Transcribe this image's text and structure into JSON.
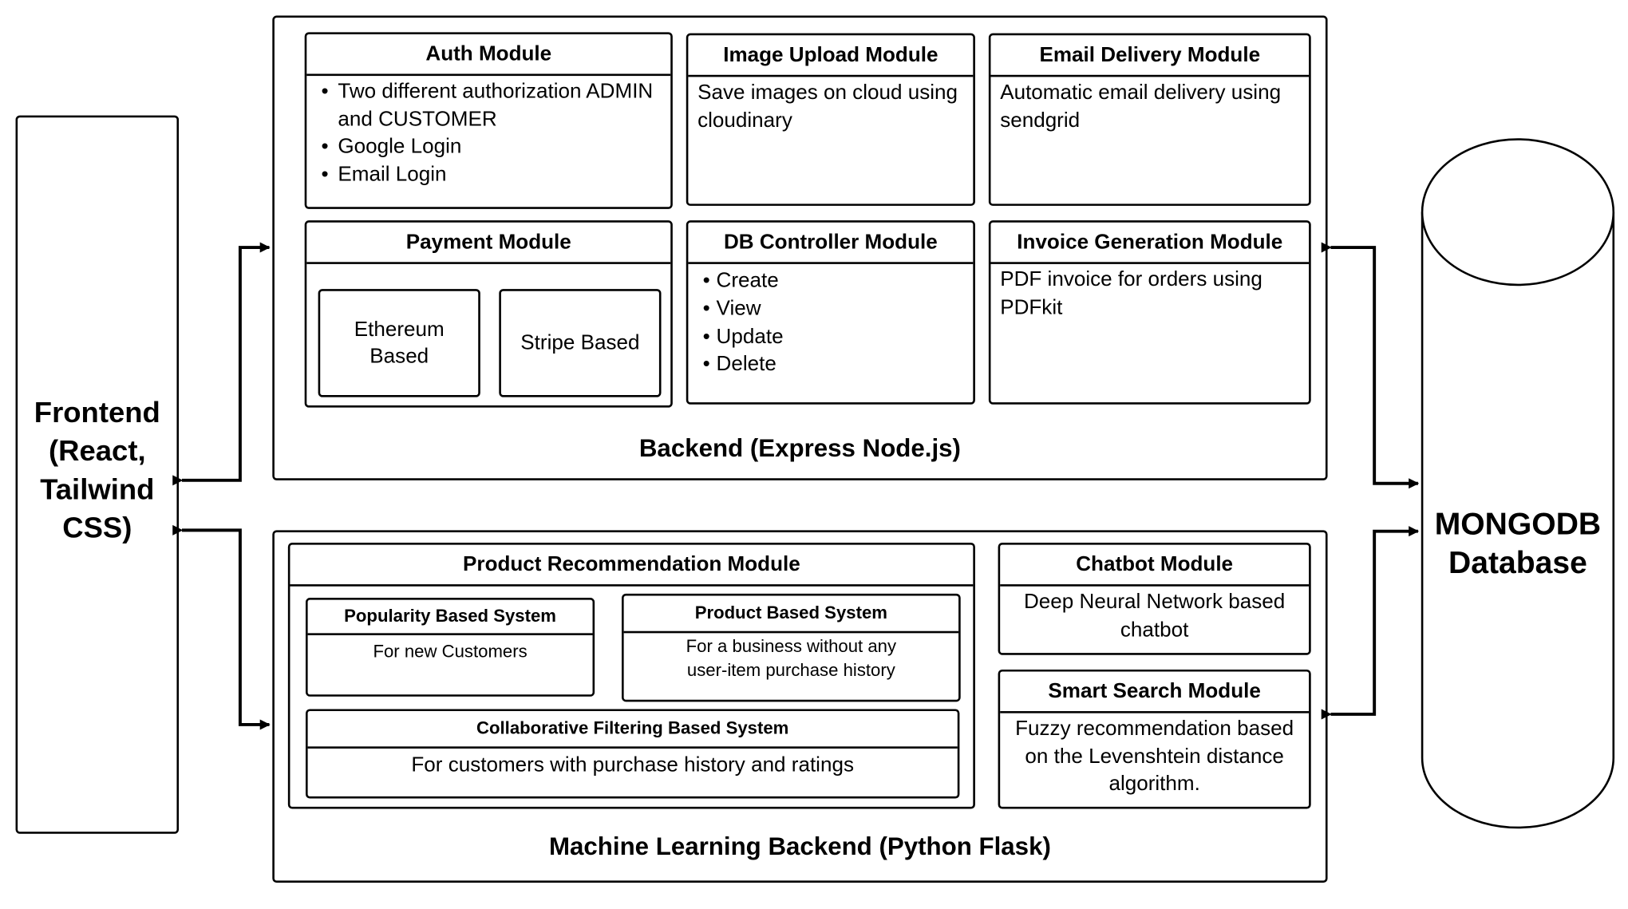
{
  "frontend": {
    "label": "Frontend (React, Tailwind CSS)"
  },
  "database": {
    "label": "MONGODB Database"
  },
  "backend": {
    "label": "Backend (Express Node.js)",
    "auth": {
      "title": "Auth Module",
      "items": [
        "Two different authorization ADMIN and CUSTOMER",
        "Google Login",
        "Email Login"
      ]
    },
    "image_upload": {
      "title": "Image Upload Module",
      "text": "Save images on cloud using cloudinary"
    },
    "email": {
      "title": "Email Delivery Module",
      "text": "Automatic email delivery using sendgrid"
    },
    "payment": {
      "title": "Payment Module",
      "ethereum": "Ethereum Based",
      "stripe": "Stripe Based"
    },
    "db_controller": {
      "title": "DB Controller Module",
      "items": [
        "Create",
        "View",
        "Update",
        "Delete"
      ]
    },
    "invoice": {
      "title": "Invoice Generation Module",
      "text": "PDF invoice for orders using PDFkit"
    }
  },
  "ml": {
    "label": "Machine Learning Backend (Python Flask)",
    "recommendation": {
      "title": "Product Recommendation Module",
      "popularity": {
        "title": "Popularity Based System",
        "text": "For new Customers"
      },
      "product": {
        "title": "Product Based System",
        "text": "For a business without any user-item purchase history"
      },
      "collaborative": {
        "title": "Collaborative Filtering Based System",
        "text": "For customers with purchase history and ratings"
      }
    },
    "chatbot": {
      "title": "Chatbot Module",
      "text": "Deep Neural Network based chatbot"
    },
    "smart_search": {
      "title": "Smart Search Module",
      "text": "Fuzzy recommendation based on the Levenshtein distance algorithm."
    }
  }
}
